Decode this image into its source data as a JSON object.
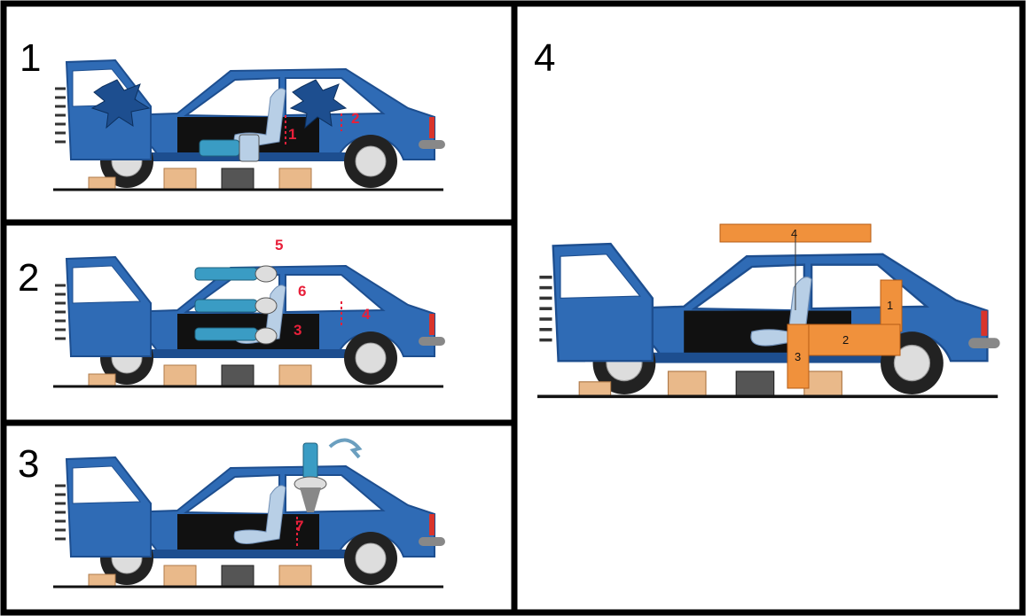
{
  "panels": [
    {
      "number": "1",
      "cut_labels": [
        "1",
        "2"
      ]
    },
    {
      "number": "2",
      "cut_labels": [
        "5",
        "6",
        "4",
        "3"
      ]
    },
    {
      "number": "3",
      "cut_labels": [
        "7"
      ]
    },
    {
      "number": "4",
      "part_labels": [
        "4",
        "1",
        "2",
        "3"
      ]
    }
  ],
  "colors": {
    "car_body": "#2f6bb5",
    "car_dark": "#1d4e8f",
    "cut_mark": "#e8203a",
    "orange_part": "#f0913c",
    "crib_block": "#e9b98a",
    "tool": "#3a9cc4",
    "seat": "#b8cfe6"
  }
}
